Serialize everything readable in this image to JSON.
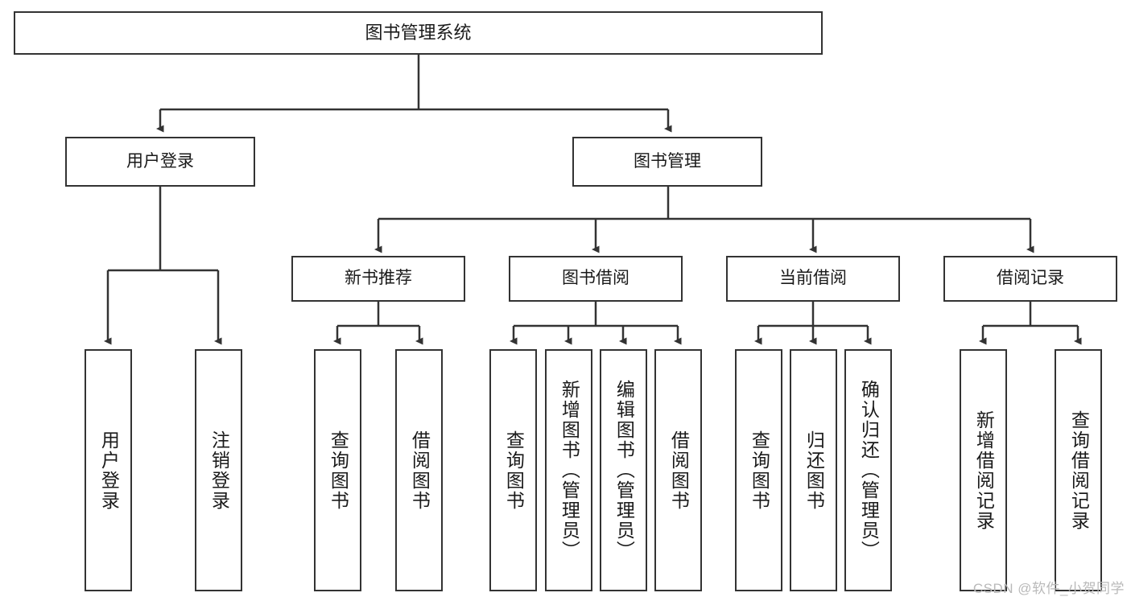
{
  "diagram": {
    "title": "图书管理系统",
    "root": {
      "label": "图书管理系统"
    },
    "level2": [
      {
        "label": "用户登录"
      },
      {
        "label": "图书管理"
      }
    ],
    "level3": [
      {
        "label": "新书推荐"
      },
      {
        "label": "图书借阅"
      },
      {
        "label": "当前借阅"
      },
      {
        "label": "借阅记录"
      }
    ],
    "leaves": {
      "user_login": [
        {
          "label": "用户登录"
        },
        {
          "label": "注销登录"
        }
      ],
      "new_book_recommend": [
        {
          "label": "查询图书"
        },
        {
          "label": "借阅图书"
        }
      ],
      "book_borrow": [
        {
          "label": "查询图书"
        },
        {
          "label": "新增图书（管理员）"
        },
        {
          "label": "编辑图书（管理员）"
        },
        {
          "label": "借阅图书"
        }
      ],
      "current_borrow": [
        {
          "label": "查询图书"
        },
        {
          "label": "归还图书"
        },
        {
          "label": "确认归还（管理员）"
        }
      ],
      "borrow_record": [
        {
          "label": "新增借阅记录"
        },
        {
          "label": "查询借阅记录"
        }
      ]
    }
  },
  "watermark": {
    "text": "CSDN @软件_小贺同学"
  },
  "colors": {
    "stroke": "#333333",
    "text": "#1a1a1a",
    "background": "#ffffff",
    "watermark": "#b9b9b9"
  }
}
